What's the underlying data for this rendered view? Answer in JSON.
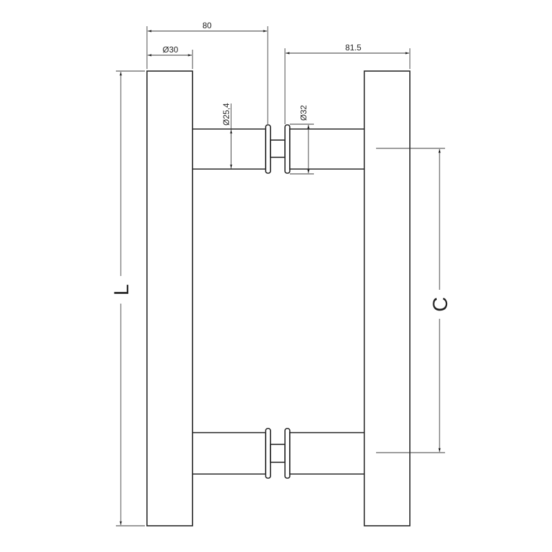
{
  "dimensions": {
    "overall_depth": "80",
    "bar_diameter": "Ø30",
    "right_depth": "81.5",
    "standoff_diameter": "Ø25,4",
    "flange_diameter": "Ø32",
    "length": "L",
    "centers": "C"
  }
}
